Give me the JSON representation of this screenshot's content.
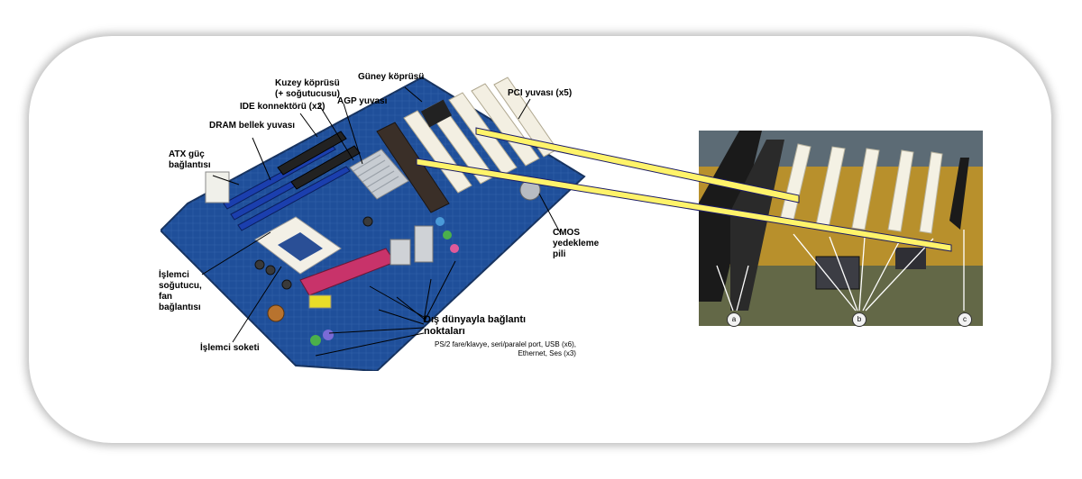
{
  "labels": {
    "kuzey": "Kuzey köprüsü\n(+ soğutucusu)",
    "guney": "Güney köprüsü",
    "agp": "AGP yuvası",
    "ide": "IDE konnektörü (x2)",
    "dram": "DRAM bellek yuvası",
    "atx": "ATX güç\nbağlantısı",
    "pci": "PCI yuvası (x5)",
    "cmos": "CMOS\nyedekleme\npili",
    "islemci_sogutucu": "İşlemci\nsoğutucu,\nfan\nbağlantısı",
    "islemci_soketi": "İşlemci soketi",
    "dis_dunya": "Dış dünyayla bağlantı\nnoktaları",
    "ports": "PS/2 fare/klavye, seri/paralel port, USB (x6),\nEthernet, Ses (x3)"
  },
  "markers": {
    "a": "a",
    "b": "b",
    "c": "c"
  },
  "colors": {
    "board": "#1f4f9a",
    "pci_slot": "#f3efe2",
    "agp_slot": "#3a2f28",
    "dram_slot": "#1b3fae",
    "callout_fill": "#fff36a",
    "callout_stroke": "#1a1a66",
    "photo_pcb": "#b8902c"
  }
}
